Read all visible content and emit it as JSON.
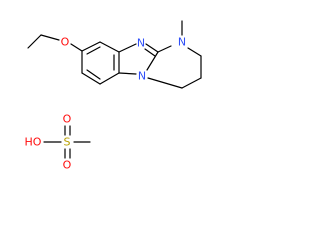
{
  "colors": {
    "bond": "#000000",
    "carbon_text": "#000000",
    "oxygen": "#ff0d0d",
    "nitrogen": "#3050f8",
    "sulfur": "#b8a000"
  },
  "atoms": {
    "ether_oxygen": "O",
    "imine_nitrogen": "N",
    "methyl_nitrogen": "N",
    "ring_nitrogen": "N",
    "hydroxyl": "HO",
    "sulfur": "S",
    "sulfonyl_oxygen_top": "O",
    "sulfonyl_oxygen_bottom": "O"
  }
}
